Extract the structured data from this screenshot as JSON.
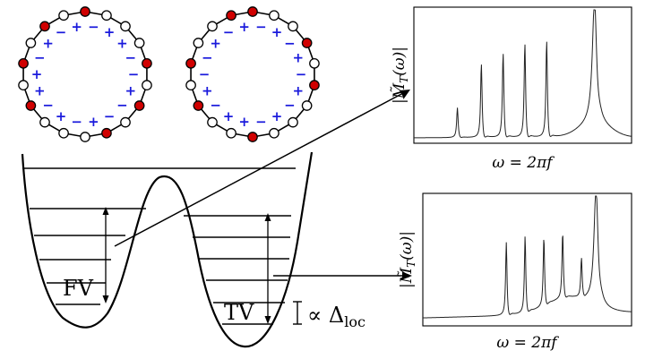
{
  "colors": {
    "red_site": "#d00000",
    "white_site": "#ffffff",
    "sign_blue": "#1a1adc",
    "ink": "#000000",
    "spectrum": "#222222"
  },
  "rings": [
    {
      "sites": [
        "red",
        "white",
        "white",
        "white",
        "red",
        "white",
        "red",
        "white",
        "red",
        "white",
        "white",
        "white",
        "red",
        "white",
        "red",
        "white",
        "red",
        "white"
      ],
      "signs": [
        "−",
        "+",
        "+",
        "−",
        "−",
        "+",
        "−",
        "−",
        "+",
        "−",
        "+",
        "−",
        "+",
        "+",
        "−",
        "+",
        "−",
        "+"
      ]
    },
    {
      "sites": [
        "red",
        "white",
        "white",
        "red",
        "white",
        "red",
        "white",
        "white",
        "white",
        "red",
        "white",
        "white",
        "red",
        "white",
        "red",
        "white",
        "white",
        "red"
      ],
      "signs": [
        "−",
        "+",
        "−",
        "+",
        "−",
        "+",
        "−",
        "+",
        "−",
        "+",
        "+",
        "−",
        "+",
        "−",
        "−",
        "+",
        "−",
        "+"
      ]
    }
  ],
  "labels": {
    "false_vacuum": "FV",
    "true_vacuum": "TV",
    "proportional": "∝ Δ",
    "proportional_sub": "loc"
  },
  "plots": [
    {
      "ylabel": "|M̃_T(ω)|",
      "ylabel_main": "|M̃",
      "ylabel_sub": "T",
      "ylabel_tail": "(ω)|",
      "xlabel": "ω = 2πf",
      "peaks": [
        0.2,
        0.31,
        0.41,
        0.51,
        0.61,
        0.83
      ],
      "heights": [
        0.22,
        0.55,
        0.63,
        0.7,
        0.72,
        0.93
      ]
    },
    {
      "ylabel": "|M̃_T(ω)|",
      "ylabel_main": "|M̃",
      "ylabel_sub": "T",
      "ylabel_tail": "(ω)|",
      "xlabel": "ω = 2πf",
      "peaks": [
        0.4,
        0.49,
        0.58,
        0.67,
        0.76,
        0.83
      ],
      "heights": [
        0.55,
        0.58,
        0.52,
        0.5,
        0.3,
        0.9
      ]
    }
  ]
}
